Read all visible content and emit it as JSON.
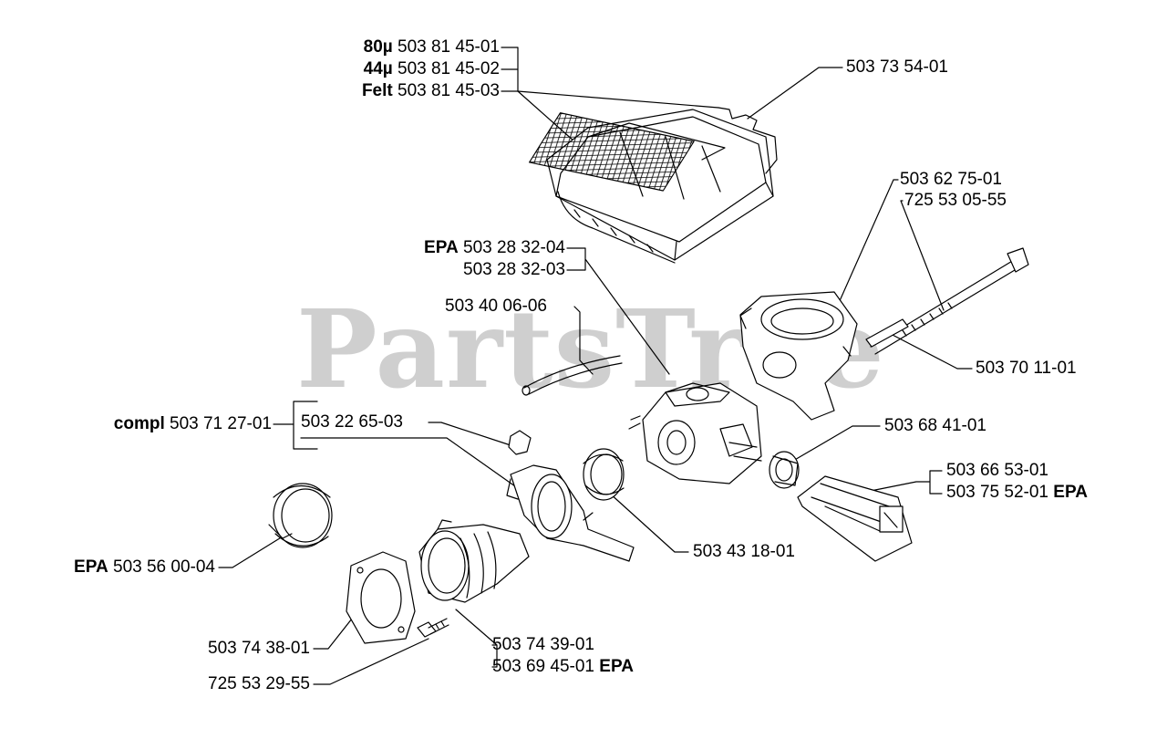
{
  "watermark": "PartsTree",
  "labels": {
    "filter_80": {
      "prefix": "80µ",
      "part": "503 81 45-01"
    },
    "filter_44": {
      "prefix": "44µ",
      "part": "503 81 45-02"
    },
    "filter_felt": {
      "prefix": "Felt",
      "part": "503 81 45-03"
    },
    "bracket_top": {
      "part": "503 73 54-01"
    },
    "manifold_a": {
      "part": "503 62 75-01"
    },
    "bolt": {
      "part": "725 53 05-55"
    },
    "epa_gasket": {
      "prefix": "EPA",
      "part": "503 28 32-04"
    },
    "gasket_b": {
      "part": "503 28 32-03"
    },
    "hose": {
      "part": "503 40 06-06"
    },
    "sleeve": {
      "part": "503 70 11-01"
    },
    "compl": {
      "prefix": "compl",
      "part": "503 71 27-01"
    },
    "carb_part": {
      "part": "503 22 65-03"
    },
    "choke": {
      "part": "503 68 41-01"
    },
    "lever_a": {
      "part": "503 66 53-01"
    },
    "lever_b": {
      "part": "503 75 52-01",
      "suffix": "EPA"
    },
    "epa_clamp": {
      "prefix": "EPA",
      "part": "503 56 00-04"
    },
    "ring": {
      "part": "503 43 18-01"
    },
    "gasket_plate": {
      "part": "503 74 38-01"
    },
    "intake_a": {
      "part": "503 74 39-01"
    },
    "intake_b": {
      "part": "503 69 45-01",
      "suffix": "EPA"
    },
    "screw": {
      "part": "725 53 29-55"
    }
  }
}
